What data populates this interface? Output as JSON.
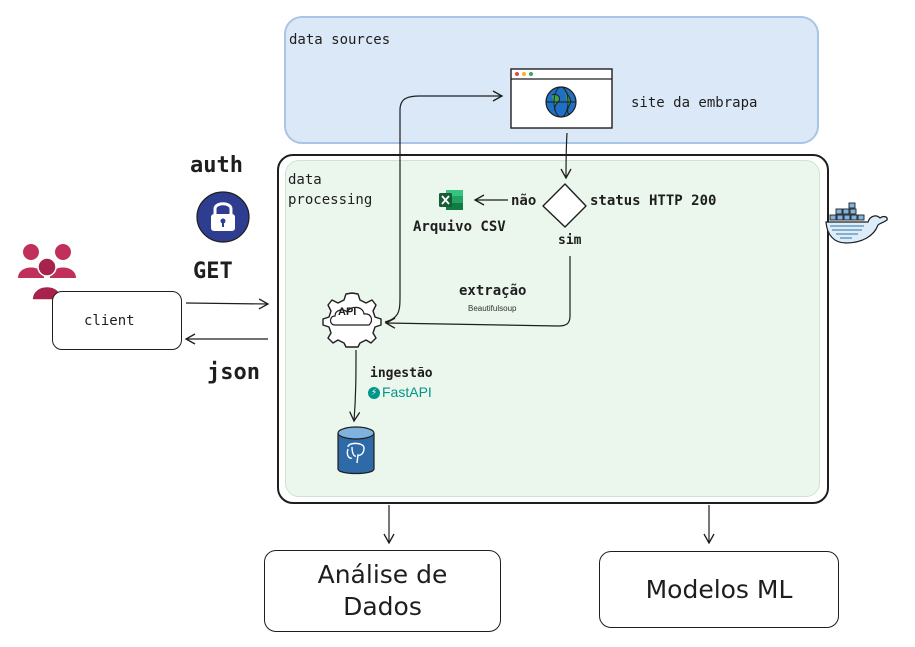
{
  "sources": {
    "label": "data sources",
    "site_label": "site da embrapa"
  },
  "processing": {
    "label_line1": "data",
    "label_line2": "processing",
    "decision_no": "não",
    "decision_label": "status HTTP 200",
    "decision_yes": "sim",
    "csv_label": "Arquivo CSV",
    "extraction_label": "extração",
    "beautifulsoup_logo": "Beautifulsoup",
    "api_label": "API",
    "ingestion_label": "ingestão",
    "fastapi_logo": "FastAPI"
  },
  "client": {
    "label": "client",
    "auth_label": "auth",
    "request_label": "GET",
    "response_label": "json"
  },
  "outputs": {
    "analysis_line1": "Análise de",
    "analysis_line2": "Dados",
    "models_label": "Modelos ML"
  },
  "colors": {
    "sources_fill": "#dbe8f7",
    "processing_fill": "#ebf6ec",
    "auth_badge": "#2e3d8f",
    "client_icon": "#c0305b",
    "excel": "#1d6f42",
    "fastapi": "#009688",
    "postgres": "#336791",
    "docker": "#2f6fa5"
  },
  "icons": [
    "browser-globe-icon",
    "decision-diamond-icon",
    "excel-icon",
    "lock-icon",
    "users-icon",
    "api-gear-icon",
    "database-icon",
    "docker-whale-icon"
  ]
}
